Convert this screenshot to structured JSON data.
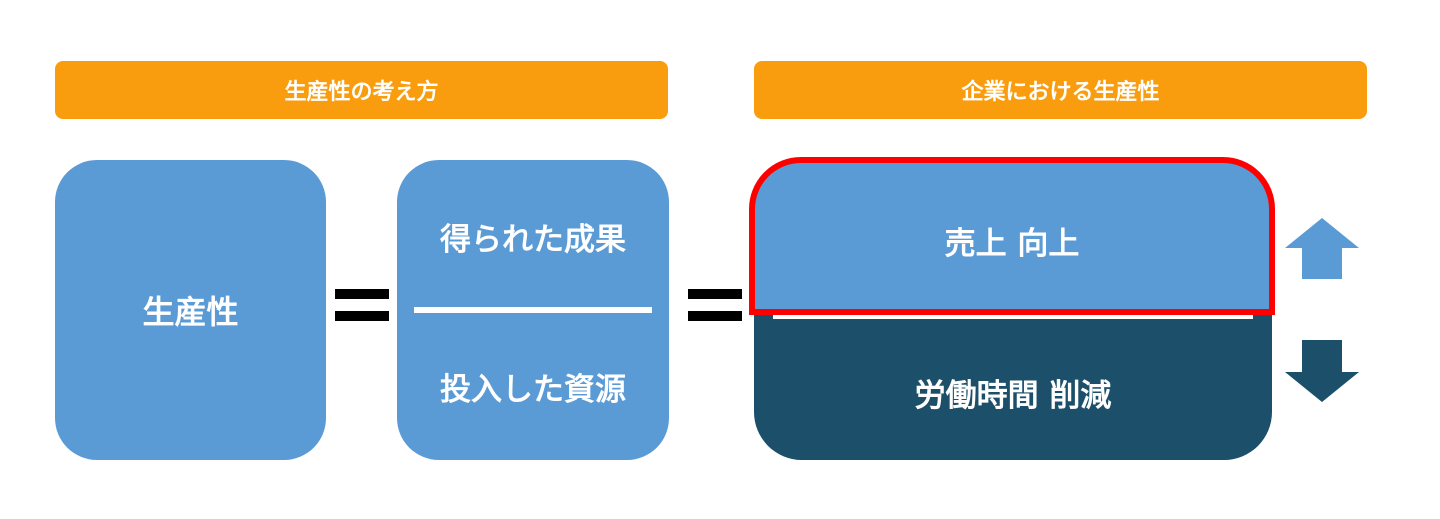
{
  "left_header": "生産性の考え方",
  "right_header": "企業における生産性",
  "productivity_label": "生産性",
  "numerator": "得られた成果",
  "denominator": "投入した資源",
  "sales_label": "売上 向上",
  "hours_label": "労働時間 削減",
  "colors": {
    "orange": "#f99d0e",
    "light_blue": "#5b9bd5",
    "dark_blue": "#1c4f6a",
    "highlight": "#ff0000"
  },
  "icons": [
    "up-arrow-icon",
    "down-arrow-icon"
  ]
}
